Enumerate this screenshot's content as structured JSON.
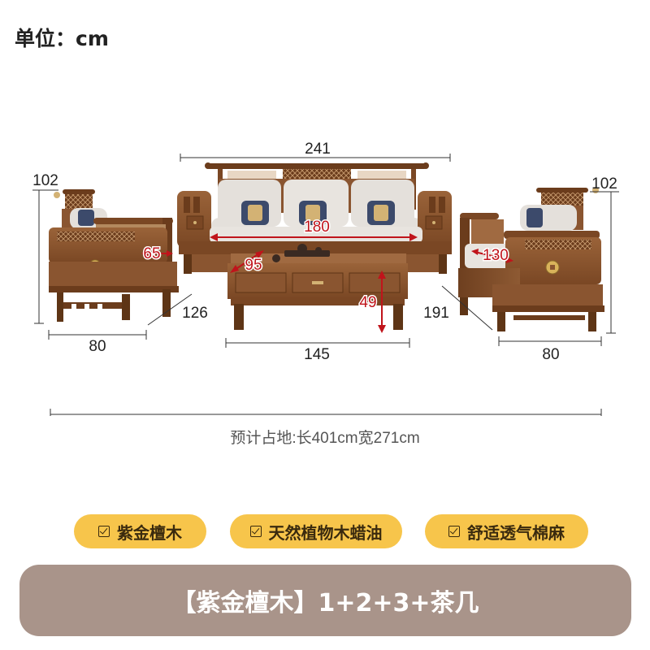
{
  "unit_label": "单位：cm",
  "dimensions": {
    "sofa_three_width": "241",
    "sofa_three_seat": "180",
    "single_chair_height": "102",
    "single_chair_arm": "65",
    "single_chair_diag": "126",
    "single_chair_width": "80",
    "table_depth": "95",
    "table_height": "49",
    "table_length": "145",
    "double_sofa_height": "102",
    "double_sofa_seat": "130",
    "double_sofa_diag": "191",
    "double_sofa_width": "80"
  },
  "footprint": "预计占地:长401cm宽271cm",
  "tags": [
    {
      "label": "紫金檀木",
      "icon": "checkbox-icon"
    },
    {
      "label": "天然植物木蜡油",
      "icon": "checkbox-icon"
    },
    {
      "label": "舒适透气棉麻",
      "icon": "checkbox-icon"
    }
  ],
  "banner": "【紫金檀木】1+2+3+茶几",
  "colors": {
    "wood": "#8a5530",
    "wood_dark": "#5e3516",
    "cushion": "#e4e0db",
    "tag": "#f7c54b",
    "banner": "#a9948a",
    "dimension_red": "#c0141b"
  }
}
